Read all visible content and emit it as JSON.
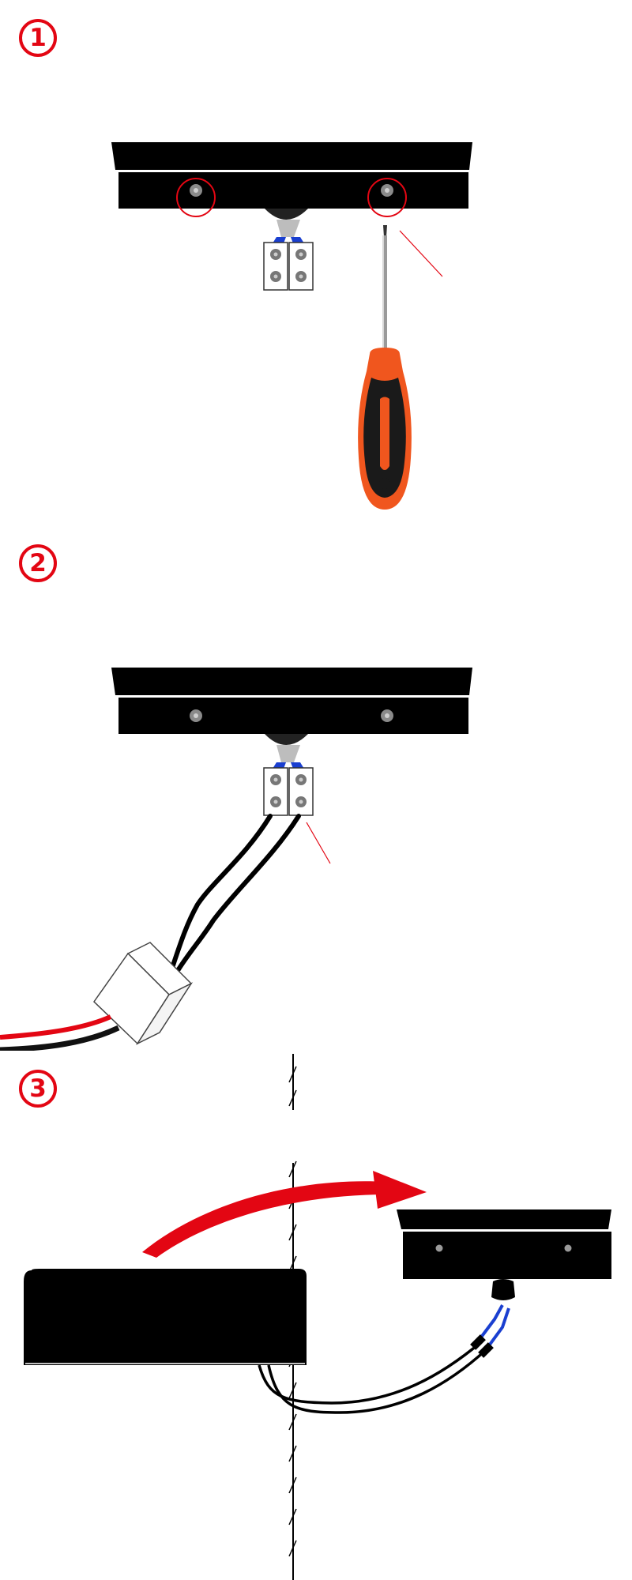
{
  "title": "",
  "steps": [
    {
      "number": "1",
      "icon": "screwdriver-icon",
      "callout_text": "",
      "highlight_color": "#e30613"
    },
    {
      "number": "2",
      "icon": "wire-connector-icon",
      "callout_text": "",
      "wire_colors": [
        "#e30613",
        "#111111"
      ]
    },
    {
      "number": "3",
      "icon": "curved-arrow-icon",
      "arrow_color": "#e30613",
      "lead_color": "#1a3fd0"
    }
  ],
  "colors": {
    "accent": "#e30613",
    "fixture": "#000000",
    "handle_orange": "#f0561e",
    "handle_black": "#1a1a1a",
    "lead_blue": "#1a3fd0"
  }
}
